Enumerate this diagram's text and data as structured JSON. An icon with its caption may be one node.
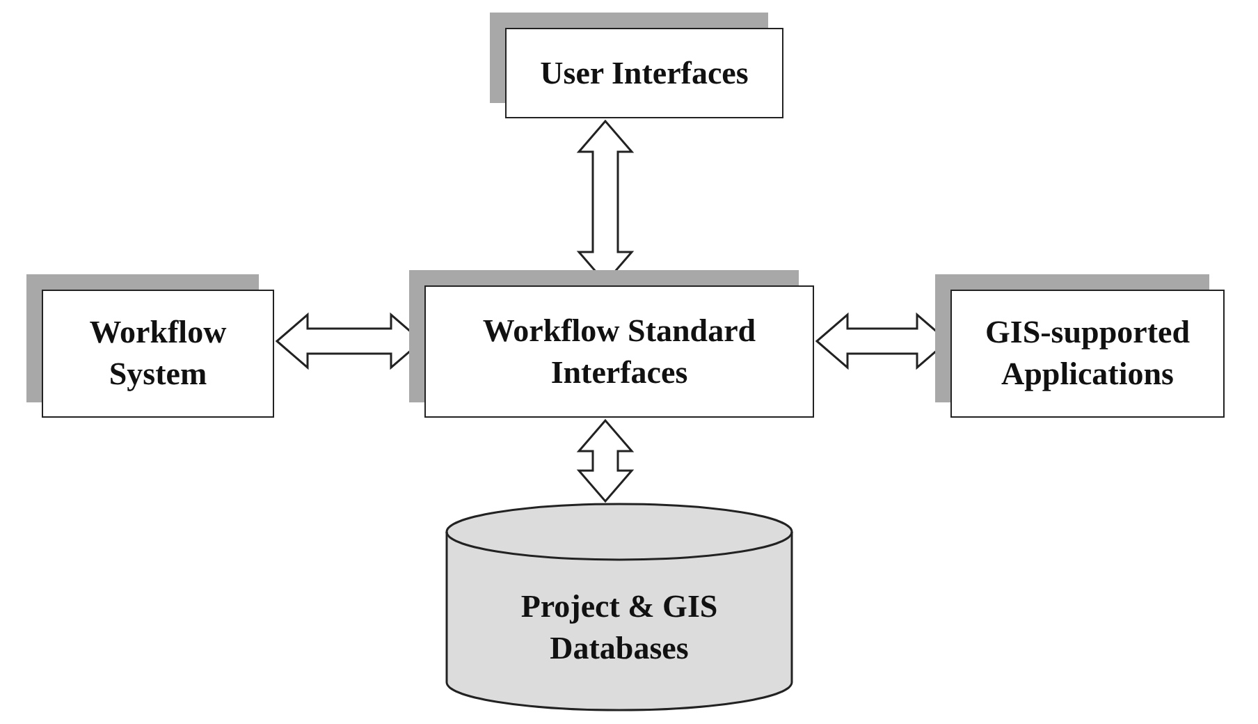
{
  "diagram": {
    "nodes": [
      {
        "text": [
          "User Interfaces"
        ]
      },
      {
        "text": [
          "Workflow System"
        ]
      },
      {
        "text": [
          "Workflow Standard Interfaces"
        ]
      },
      {
        "text": [
          "GIS-supported Applications"
        ]
      },
      {
        "text": [
          "Project & GIS Databases"
        ]
      }
    ],
    "edges": [
      {
        "from": 0,
        "to": 2,
        "arrow": "both"
      },
      {
        "from": 1,
        "to": 2,
        "arrow": "both"
      },
      {
        "from": 2,
        "to": 3,
        "arrow": "both"
      },
      {
        "from": 2,
        "to": 4,
        "arrow": "both"
      }
    ]
  }
}
